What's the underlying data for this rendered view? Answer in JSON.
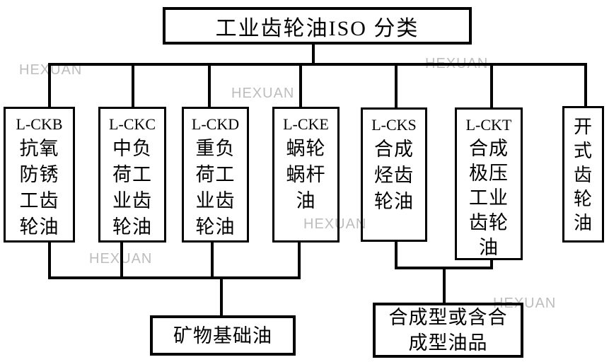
{
  "title": "工业齿轮油ISO 分类",
  "watermark": {
    "text": "HEXUAN",
    "color": "#bdbdbd"
  },
  "colors": {
    "line": "#000000",
    "box_border": "#000000",
    "background": "#ffffff",
    "text": "#000000"
  },
  "nodes": [
    {
      "code": "L-CKB",
      "lines": [
        "抗氧",
        "防锈",
        "工齿",
        "轮油"
      ]
    },
    {
      "code": "L-CKC",
      "lines": [
        "中负",
        "荷工",
        "业齿",
        "轮油"
      ]
    },
    {
      "code": "L-CKD",
      "lines": [
        "重负",
        "荷工",
        "业齿",
        "轮油"
      ]
    },
    {
      "code": "L-CKE",
      "lines": [
        "蜗轮",
        "蜗杆",
        "油"
      ]
    },
    {
      "code": "L-CKS",
      "lines": [
        "合成",
        "烃齿",
        "轮油"
      ]
    },
    {
      "code": "L-CKT",
      "lines": [
        "合成",
        "极压",
        "工业",
        "齿轮",
        "油"
      ]
    },
    {
      "code": "",
      "lines": [
        "开",
        "式",
        "齿",
        "轮",
        "油"
      ]
    }
  ],
  "bottom_nodes": [
    {
      "lines": [
        "矿物基础油"
      ]
    },
    {
      "lines": [
        "合成型或含合",
        "成型油品"
      ]
    }
  ]
}
